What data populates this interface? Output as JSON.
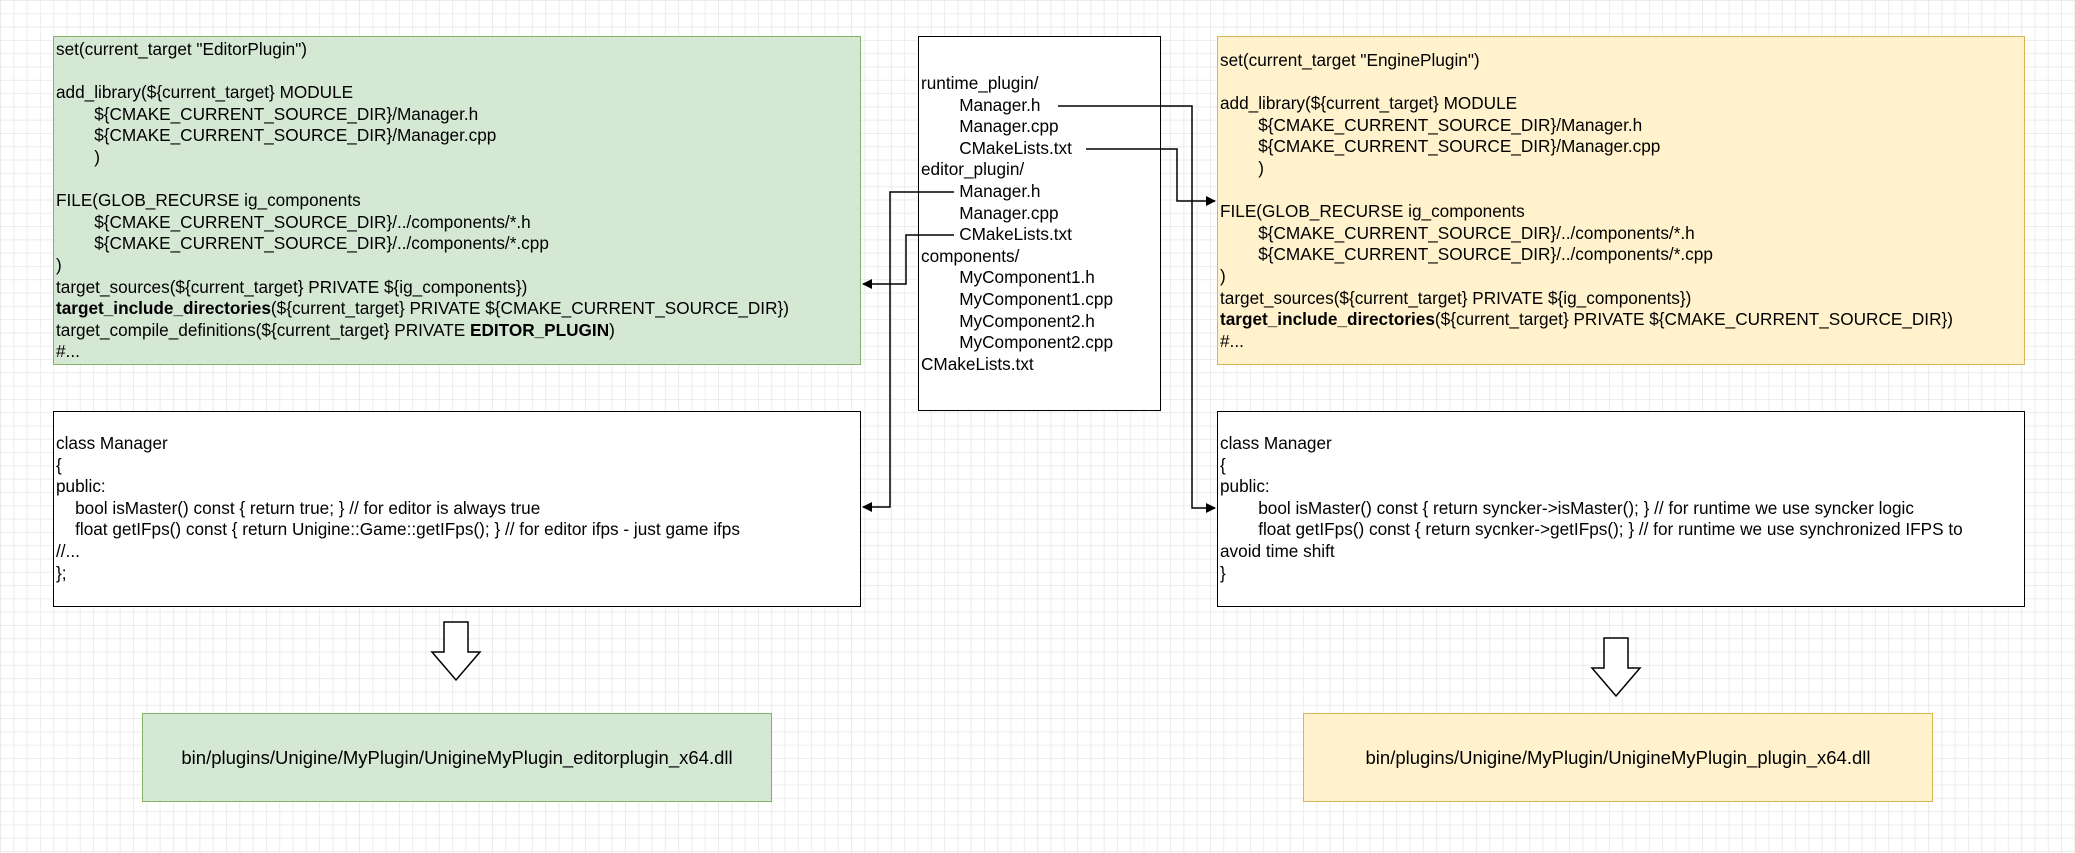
{
  "editor_cmake": [
    [
      {
        "t": "set(current_target \"EditorPlugin\")"
      }
    ],
    [],
    [
      {
        "t": "add_library(${current_target} MODULE"
      }
    ],
    [
      {
        "t": "        ${CMAKE_CURRENT_SOURCE_DIR}/Manager.h"
      }
    ],
    [
      {
        "t": "        ${CMAKE_CURRENT_SOURCE_DIR}/Manager.cpp"
      }
    ],
    [
      {
        "t": "        )"
      }
    ],
    [],
    [
      {
        "t": "FILE(GLOB_RECURSE ig_components"
      }
    ],
    [
      {
        "t": "        ${CMAKE_CURRENT_SOURCE_DIR}/../components/*.h"
      }
    ],
    [
      {
        "t": "        ${CMAKE_CURRENT_SOURCE_DIR}/../components/*.cpp"
      }
    ],
    [
      {
        "t": ")"
      }
    ],
    [
      {
        "t": "target_sources(${current_target} PRIVATE ${ig_components})"
      }
    ],
    [
      {
        "t": "target_include_directories",
        "b": true
      },
      {
        "t": "(${current_target} PRIVATE ${CMAKE_CURRENT_SOURCE_DIR})"
      }
    ],
    [
      {
        "t": "target_compile_definitions(${current_target} PRIVATE "
      },
      {
        "t": "EDITOR_PLUGIN",
        "b": true
      },
      {
        "t": ")"
      }
    ],
    [
      {
        "t": "#..."
      }
    ]
  ],
  "engine_cmake": [
    [
      {
        "t": "set(current_target \"EnginePlugin\")"
      }
    ],
    [],
    [
      {
        "t": "add_library(${current_target} MODULE"
      }
    ],
    [
      {
        "t": "        ${CMAKE_CURRENT_SOURCE_DIR}/Manager.h"
      }
    ],
    [
      {
        "t": "        ${CMAKE_CURRENT_SOURCE_DIR}/Manager.cpp"
      }
    ],
    [
      {
        "t": "        )"
      }
    ],
    [],
    [
      {
        "t": "FILE(GLOB_RECURSE ig_components"
      }
    ],
    [
      {
        "t": "        ${CMAKE_CURRENT_SOURCE_DIR}/../components/*.h"
      }
    ],
    [
      {
        "t": "        ${CMAKE_CURRENT_SOURCE_DIR}/../components/*.cpp"
      }
    ],
    [
      {
        "t": ")"
      }
    ],
    [
      {
        "t": "target_sources(${current_target} PRIVATE ${ig_components})"
      }
    ],
    [
      {
        "t": "target_include_directories",
        "b": true
      },
      {
        "t": "(${current_target} PRIVATE ${CMAKE_CURRENT_SOURCE_DIR})"
      }
    ],
    [
      {
        "t": "#..."
      }
    ]
  ],
  "file_tree": [
    "runtime_plugin/",
    "        Manager.h",
    "        Manager.cpp",
    "        CMakeLists.txt",
    "editor_plugin/",
    "        Manager.h",
    "        Manager.cpp",
    "        CMakeLists.txt",
    "components/",
    "        MyComponent1.h",
    "        MyComponent1.cpp",
    "        MyComponent2.h",
    "        MyComponent2.cpp",
    "CMakeLists.txt"
  ],
  "editor_class": [
    "class Manager",
    "{",
    "public:",
    "    bool isMaster() const { return true; } // for editor is always true",
    "    float getIFps() const { return Unigine::Game::getIFps(); } // for editor ifps - just game ifps",
    "//...",
    "};"
  ],
  "engine_class": [
    "class Manager",
    "{",
    "public:",
    "        bool isMaster() const { return syncker->isMaster(); } // for runtime we use syncker logic",
    "        float getIFps() const { return sycnker->getIFps(); } // for runtime we use synchronized IFPS to",
    "avoid time shift",
    "}"
  ],
  "editor_output": "bin/plugins/Unigine/MyPlugin/UnigineMyPlugin_editorplugin_x64.dll",
  "engine_output": "bin/plugins/Unigine/MyPlugin/UnigineMyPlugin_plugin_x64.dll",
  "colors": {
    "green_fill": "#d5e8d4",
    "green_stroke": "#82b366",
    "yellow_fill": "#fff2cc",
    "yellow_stroke": "#d6b656"
  }
}
